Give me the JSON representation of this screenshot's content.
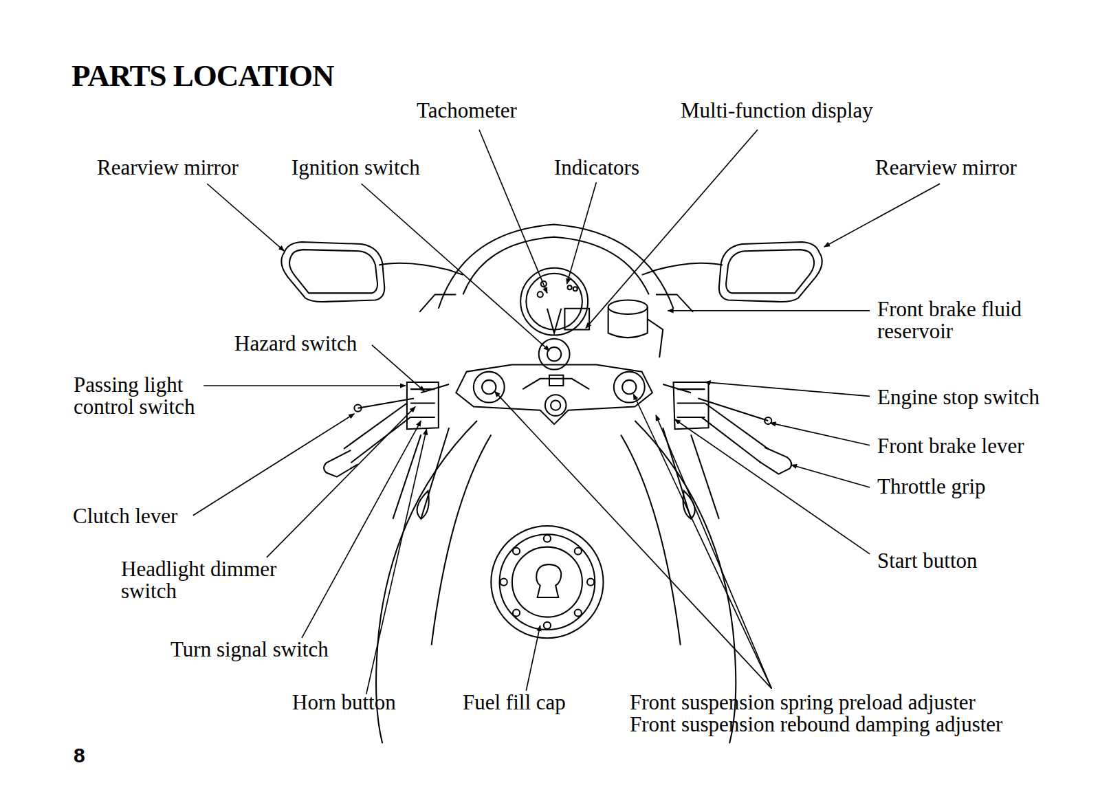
{
  "diagram": {
    "title": "PARTS LOCATION",
    "labels": [
      "Tachometer",
      "Multi-function display",
      "Rearview mirror",
      "Ignition switch",
      "Indicators",
      "Rearview mirror",
      "Front brake fluid reservoir",
      "Hazard switch",
      "Passing light control switch",
      "Engine stop switch",
      "Front brake lever",
      "Throttle grip",
      "Clutch lever",
      "Start button",
      "Headlight dimmer switch",
      "Turn signal switch",
      "Horn button",
      "Fuel fill cap",
      "Front suspension spring preload adjuster",
      "Front suspension rebound damping adjuster",
      "8"
    ]
  }
}
